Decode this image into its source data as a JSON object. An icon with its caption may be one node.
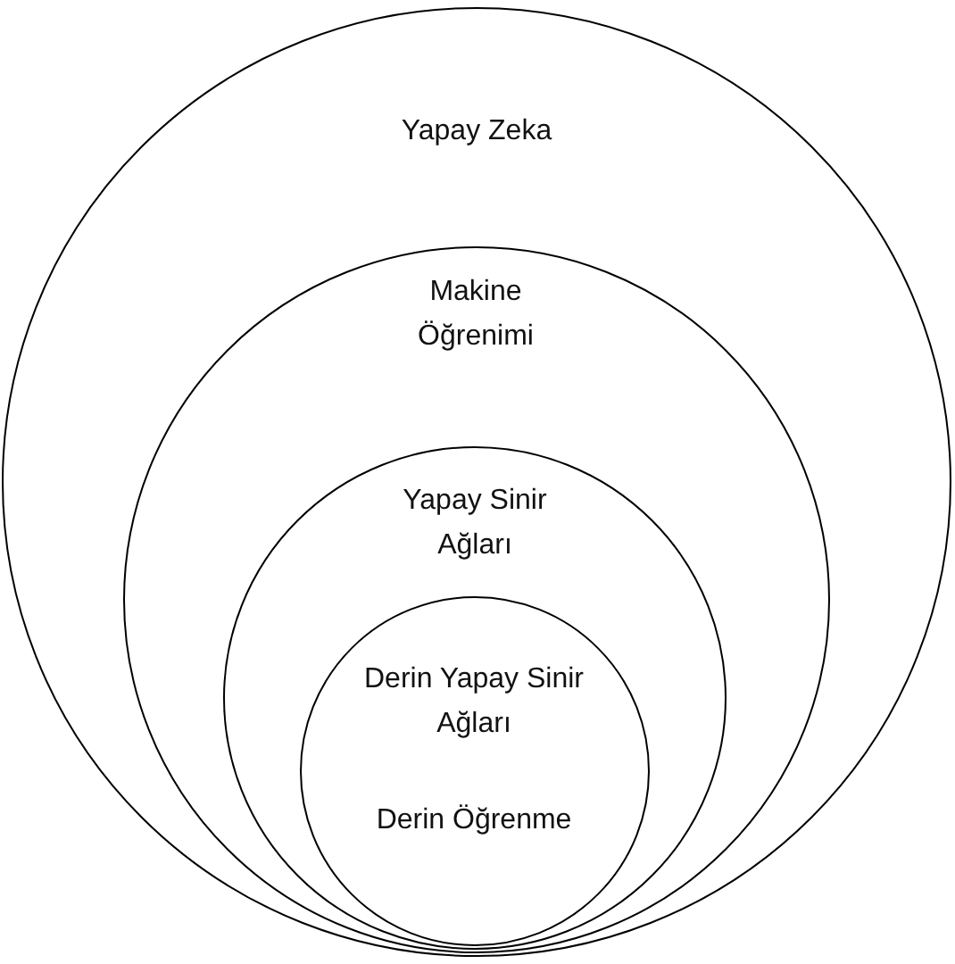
{
  "diagram": {
    "nodes": [
      {
        "text": [
          "Yapay Zeka"
        ]
      },
      {
        "text": [
          "Makine Öğrenimi"
        ],
        "in": 0
      },
      {
        "text": [
          "Yapay Sinir Ağları"
        ],
        "in": 1
      },
      {
        "text": [
          "Derin Yapay Sinir Ağları",
          "Derin Öğrenme"
        ],
        "in": 2
      }
    ]
  }
}
